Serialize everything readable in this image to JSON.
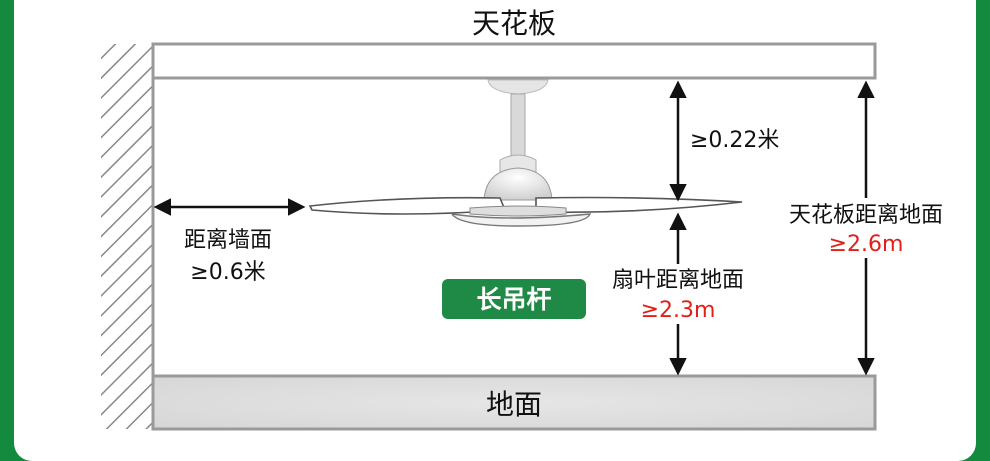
{
  "labels": {
    "ceiling": "天花板",
    "floor": "地面",
    "wall_distance_line1": "距离墙面",
    "wall_distance_line2": "≥0.6米",
    "ceiling_to_blade": "≥0.22米",
    "blade_to_floor_line1": "扇叶距离地面",
    "blade_to_floor_line2": "≥2.3m",
    "ceiling_height_line1": "天花板距离地面",
    "ceiling_height_line2": "≥2.6m",
    "badge": "长吊杆"
  },
  "colors": {
    "frame_green": "#138a3e",
    "badge_green": "#1f8a45",
    "accent_red": "#e0201a",
    "line_gray": "#9a9a9a"
  }
}
